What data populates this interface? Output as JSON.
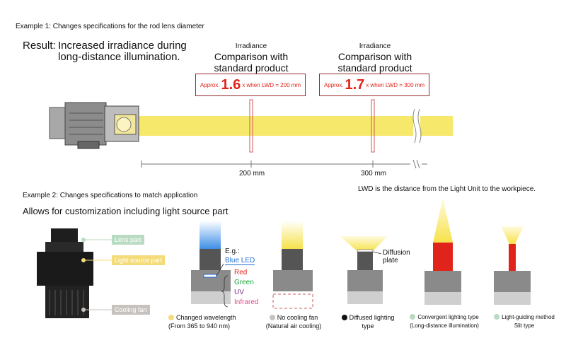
{
  "example1": {
    "heading": "Example 1: Changes specifications for the rod lens diameter",
    "result_label": "Result:",
    "result_line1": "Increased irradiance during",
    "result_line2": "long-distance illumination.",
    "comparisons": [
      {
        "caption": "Irradiance",
        "title_line1": "Comparison with",
        "title_line2": "standard product",
        "prefix": "Approx.",
        "value": "1.6",
        "suffix": "x when LWD = 200 mm"
      },
      {
        "caption": "Irradiance",
        "title_line1": "Comparison with",
        "title_line2": "standard product",
        "prefix": "Approx.",
        "value": "1.7",
        "suffix": "x when LWD = 300 mm"
      }
    ],
    "ticks": [
      "200 mm",
      "300 mm"
    ]
  },
  "example2": {
    "heading": "Example 2: Changes specifications to match application",
    "lwd_note": "LWD is the distance from the Light Unit to the workpiece.",
    "subtitle": "Allows for customization including light source part",
    "parts": {
      "lens": "Lens part",
      "light_source": "Light source part",
      "cooling_fan": "Cooling fan"
    },
    "eg_label": "E.g.:",
    "blue_led": "Blue LED",
    "wavelengths": [
      "Red",
      "Green",
      "UV",
      "Infrared"
    ],
    "diffusion_line1": "Diffusion",
    "diffusion_line2": "plate",
    "captions": [
      {
        "line1": "Changed wavelength",
        "line2": "(From 365 to 940 nm)"
      },
      {
        "line1": "No cooling fan",
        "line2": "(Natural air cooling)"
      },
      {
        "line1": "Diffused lighting",
        "line2": "type"
      },
      {
        "line1": "Convergent lighting type",
        "line2": "(Long-distance illumination)"
      },
      {
        "line1": "Light-guiding method",
        "line2": "Slit type"
      }
    ]
  },
  "colors": {
    "beam_yellow": "#f6e86a",
    "emphasis_red": "#e0241b",
    "box_border": "#9a2a2a",
    "lens_green": "#b9dbc2",
    "light_source_yellow": "#f5dc7a",
    "fan_gray": "#c7c2bd",
    "blue_led": "#1f6fd1",
    "green": "#1aa53a",
    "uv": "#7b2d8e",
    "infrared": "#e14b8c"
  }
}
